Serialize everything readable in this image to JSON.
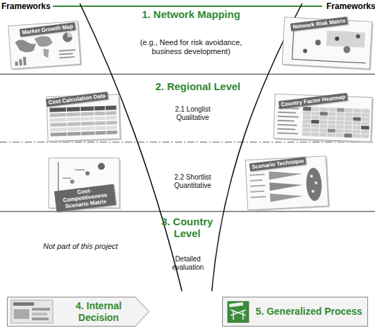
{
  "diagram": {
    "nodes": [
      {
        "text": [
          "1. Network Mapping",
          "(e.g., Need for risk avoidance, business development)"
        ]
      },
      {
        "text": [
          "Market Growth Map"
        ],
        "in": 0
      },
      {
        "text": [
          "Network Risk Matrix"
        ],
        "in": 0
      },
      {
        "text": [
          "2. Regional Level"
        ]
      },
      {
        "text": [
          "2.1 Longlist Qualitative"
        ],
        "in": 3
      },
      {
        "text": [
          "Cost Calculation Data"
        ],
        "in": 4
      },
      {
        "text": [
          "Country Factor Heatmap"
        ],
        "in": 4
      },
      {
        "text": [
          "2.2 Shortlist Quantitative"
        ],
        "in": 3
      },
      {
        "text": [
          "Cost-Competitiveness Scenario Matrix"
        ],
        "in": 7
      },
      {
        "text": [
          "Scenario Technique"
        ],
        "in": 7
      },
      {
        "text": [
          "3. Country Level",
          "Not part of this project",
          "Detailed evaluation"
        ]
      },
      {
        "text": [
          "4. Internal Decision"
        ]
      },
      {
        "text": [
          "5. Generalized Process"
        ]
      }
    ],
    "labels": [
      "Frameworks",
      "Frameworks"
    ]
  }
}
